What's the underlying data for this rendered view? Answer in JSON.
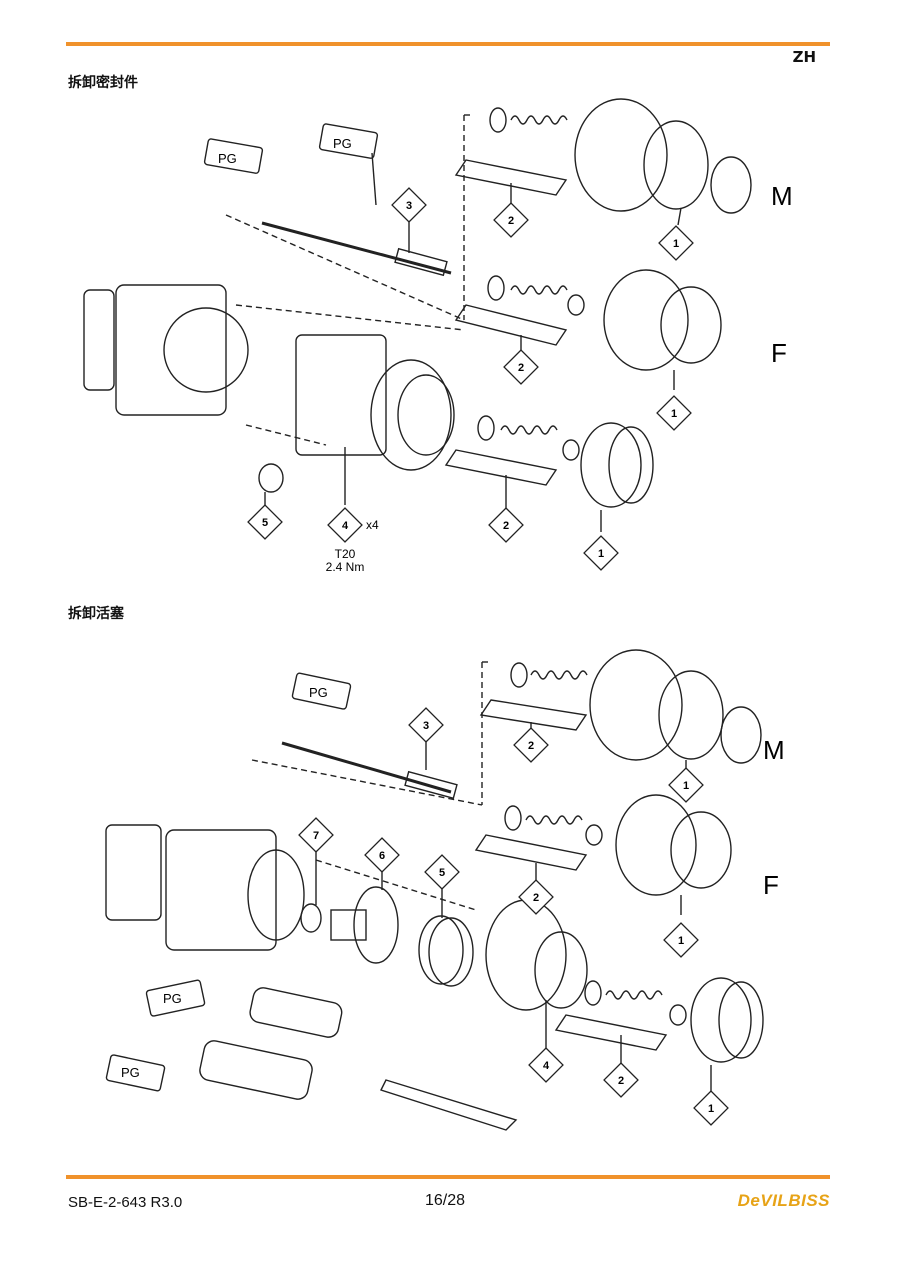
{
  "header": {
    "lang": "ZH"
  },
  "sections": [
    {
      "title": "拆卸密封件"
    },
    {
      "title": "拆卸活塞"
    }
  ],
  "figure1": {
    "grease_label": "PG",
    "variant_m": "M",
    "variant_f": "F",
    "callouts": [
      "1",
      "2",
      "3",
      "4",
      "5"
    ],
    "multiplier": "x4",
    "torque_tool": "T20",
    "torque_value": "2.4 Nm"
  },
  "figure2": {
    "grease_label": "PG",
    "variant_m": "M",
    "variant_f": "F",
    "callouts": [
      "1",
      "2",
      "3",
      "4",
      "5",
      "6",
      "7"
    ]
  },
  "footer": {
    "doc_id": "SB-E-2-643 R3.0",
    "page": "16/28",
    "brand": "DeVILBISS"
  },
  "colors": {
    "accent": "#f0922b",
    "brand": "#e7a317"
  }
}
